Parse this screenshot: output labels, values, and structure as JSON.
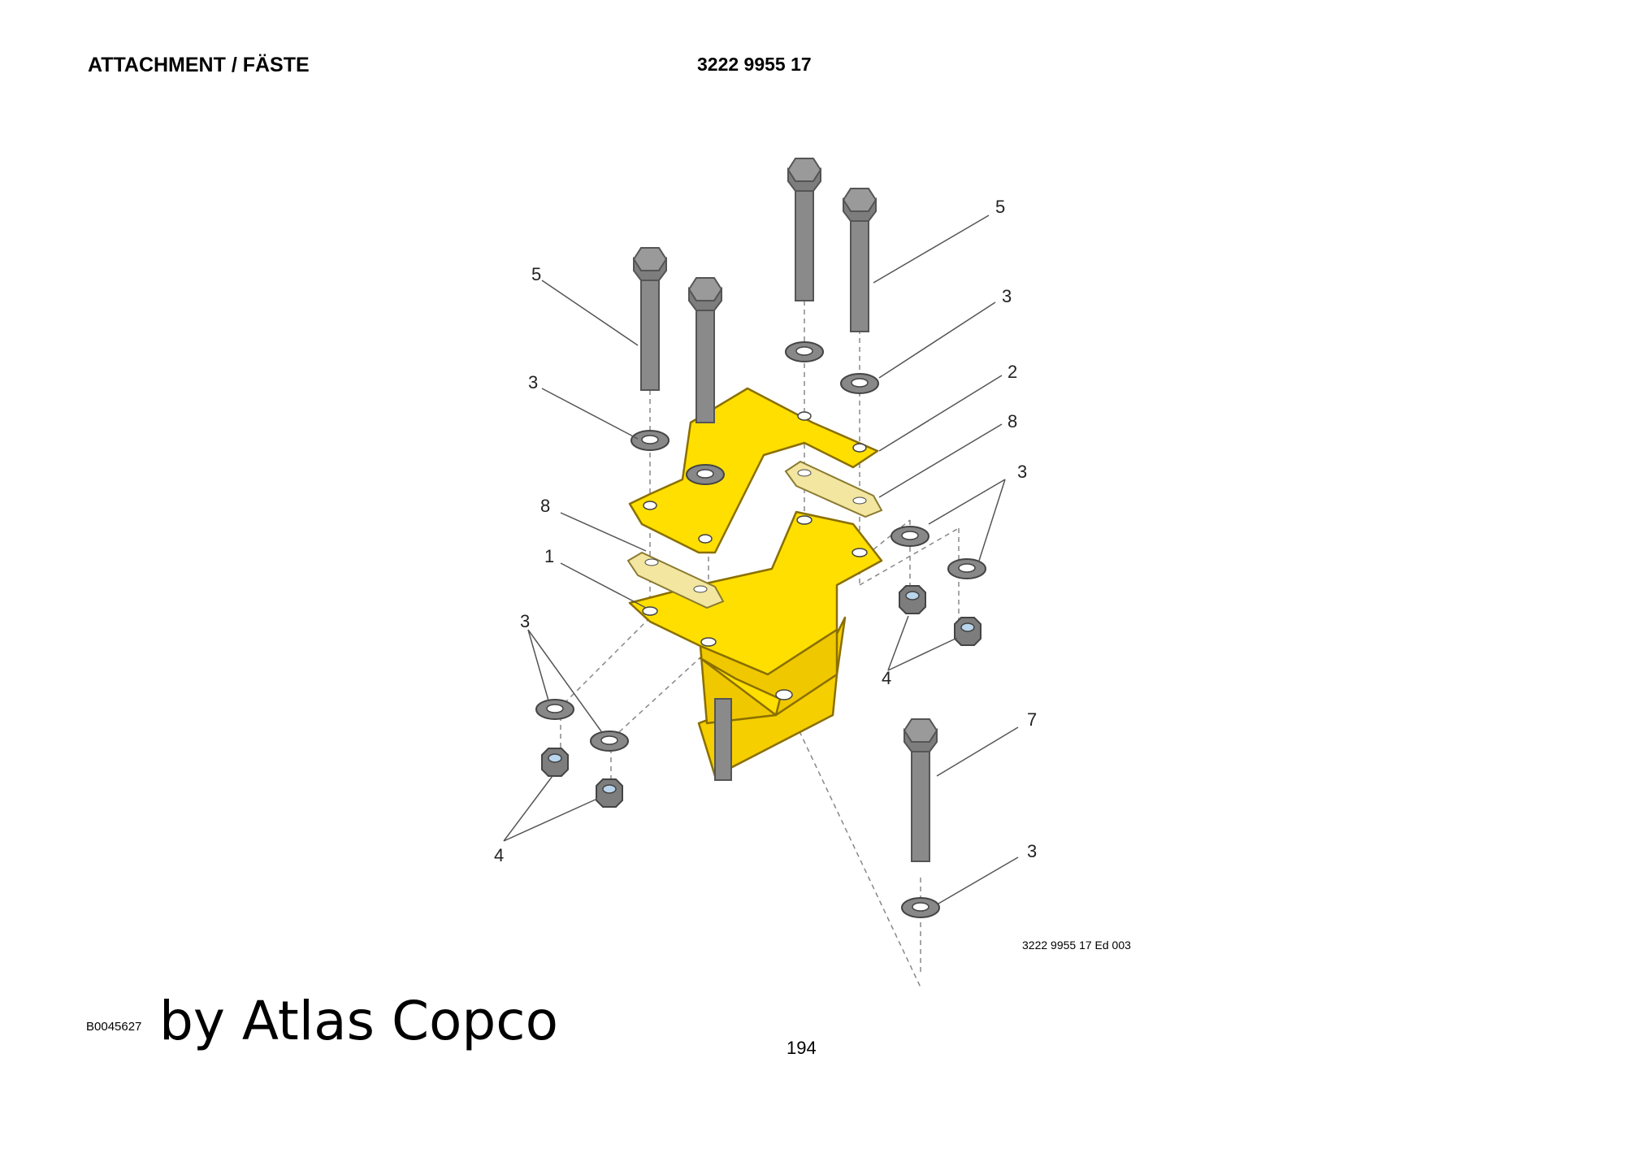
{
  "header": {
    "title": "ATTACHMENT / FÄSTE",
    "document_number": "3222 9955 17"
  },
  "drawing": {
    "callouts": [
      {
        "label": "5"
      },
      {
        "label": "5"
      },
      {
        "label": "3"
      },
      {
        "label": "3"
      },
      {
        "label": "2"
      },
      {
        "label": "8"
      },
      {
        "label": "3"
      },
      {
        "label": "8"
      },
      {
        "label": "1"
      },
      {
        "label": "3"
      },
      {
        "label": "4"
      },
      {
        "label": "4"
      },
      {
        "label": "7"
      },
      {
        "label": "3"
      }
    ],
    "edition": "3222 9955 17 Ed 003",
    "colors": {
      "bracket": "#ffdf00",
      "spacer": "#f2e6a0",
      "hardware": "#8a8a8a"
    }
  },
  "footer": {
    "image_code": "B0045627",
    "brand": "by Atlas Copco",
    "page_number": "194"
  }
}
